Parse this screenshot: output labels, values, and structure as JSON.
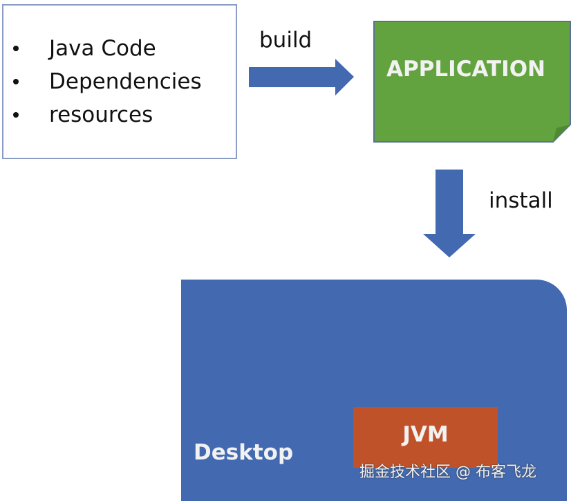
{
  "source_box": {
    "items": [
      "Java Code",
      "Dependencies",
      "resources"
    ]
  },
  "build_label": "build",
  "application_label": "APPLICATION",
  "install_label": "install",
  "desktop_label": "Desktop",
  "jvm_label": "JVM",
  "watermark": "掘金技术社区 @ 布客飞龙",
  "colors": {
    "arrow": "#4369b0",
    "application": "#62a33f",
    "desktop": "#4369b0",
    "jvm": "#c0522a"
  }
}
